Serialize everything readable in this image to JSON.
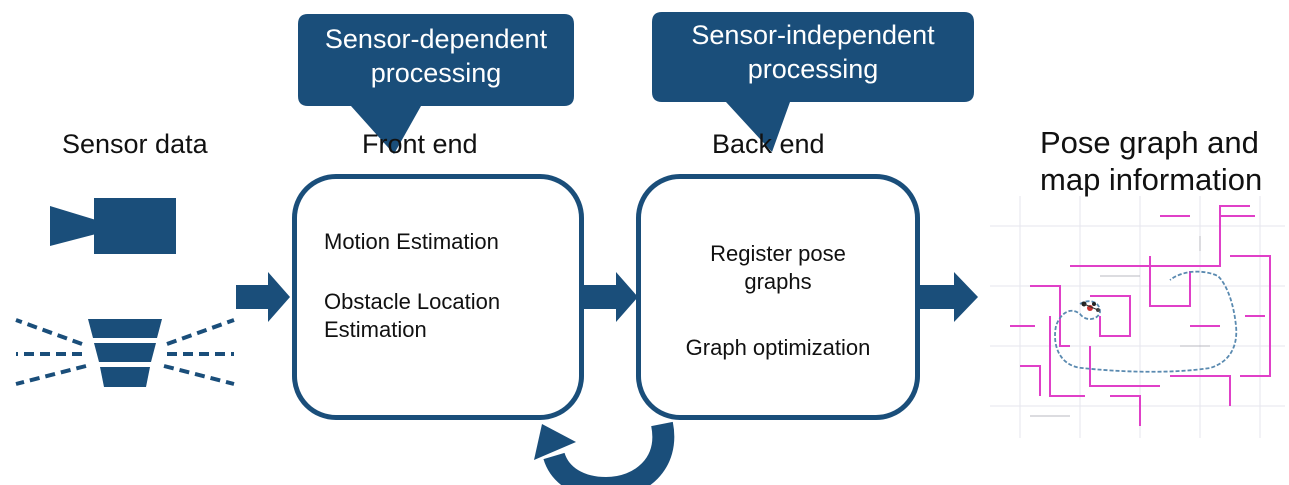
{
  "callouts": {
    "sensor_dependent": {
      "line1": "Sensor-dependent",
      "line2": "processing"
    },
    "sensor_independent": {
      "line1": "Sensor-independent",
      "line2": "processing"
    }
  },
  "headings": {
    "sensor_data": "Sensor data",
    "front_end": "Front end",
    "back_end": "Back end",
    "pose_graph_line1": "Pose graph and",
    "pose_graph_line2": "map information"
  },
  "front_end_box": {
    "item1": "Motion Estimation",
    "item2_line1": "Obstacle Location",
    "item2_line2": "Estimation"
  },
  "back_end_box": {
    "item1_line1": "Register pose",
    "item1_line2": "graphs",
    "item2": "Graph optimization"
  },
  "colors": {
    "primary_blue": "#1a4e7a",
    "map_magenta": "#e040c8",
    "map_path": "#5a8ab0",
    "map_grid": "#e6e6ee"
  },
  "icons": {
    "camera": "camera-icon",
    "lidar": "lidar-icon",
    "map": "pose-graph-map-image"
  }
}
